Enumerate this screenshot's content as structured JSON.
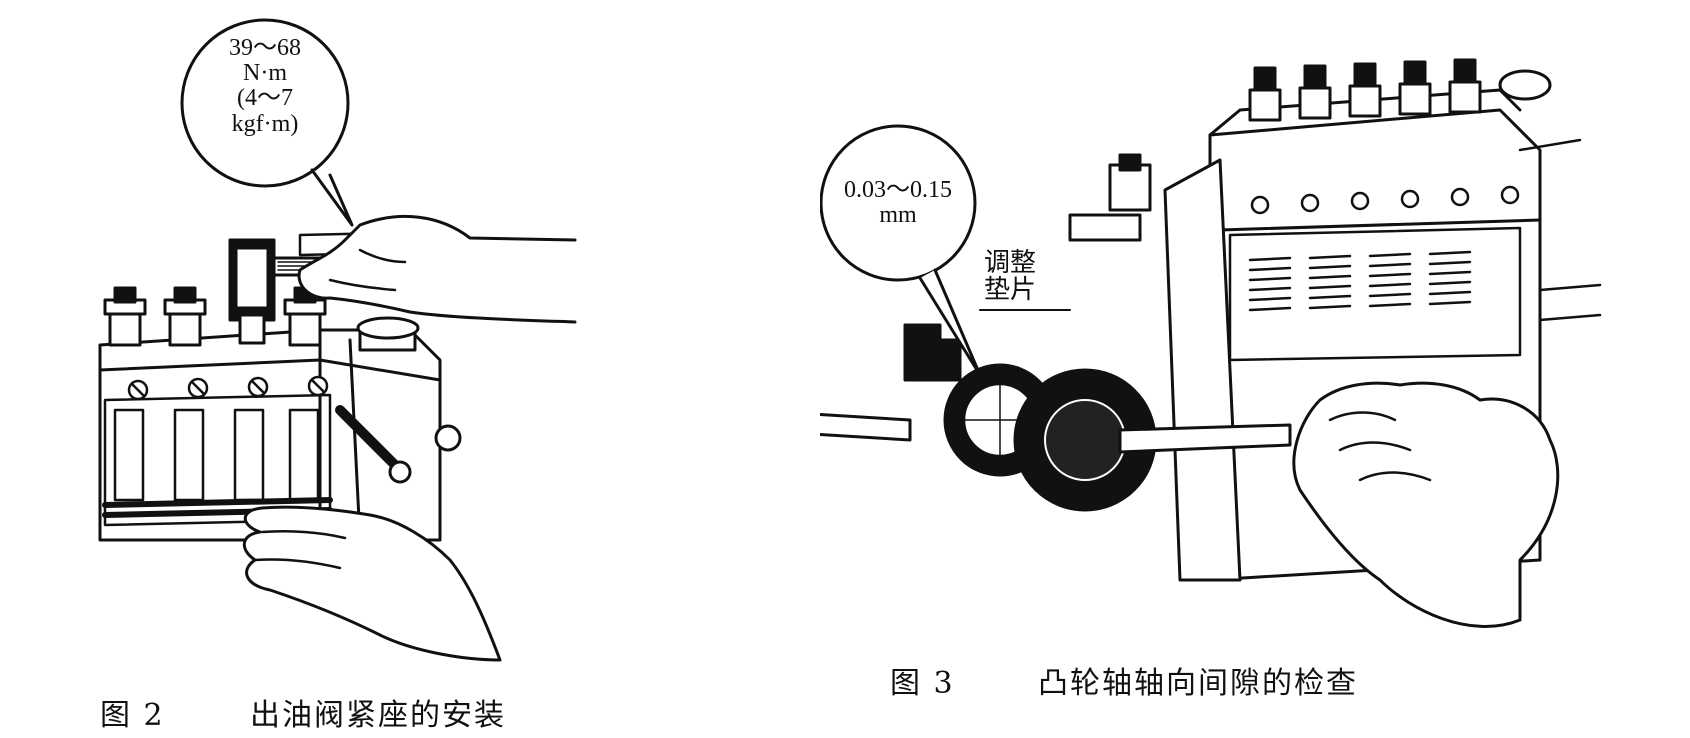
{
  "figure2": {
    "number": "图 2",
    "title": "出油阀紧座的安装",
    "callout": [
      "39～68",
      "N·m",
      "(4～7",
      "kgf·m)"
    ]
  },
  "figure3": {
    "number": "图 3",
    "title": "凸轮轴轴向间隙的检查",
    "callout": [
      "0.03～0.15",
      "mm"
    ],
    "label": [
      "调整",
      "垫片"
    ]
  }
}
